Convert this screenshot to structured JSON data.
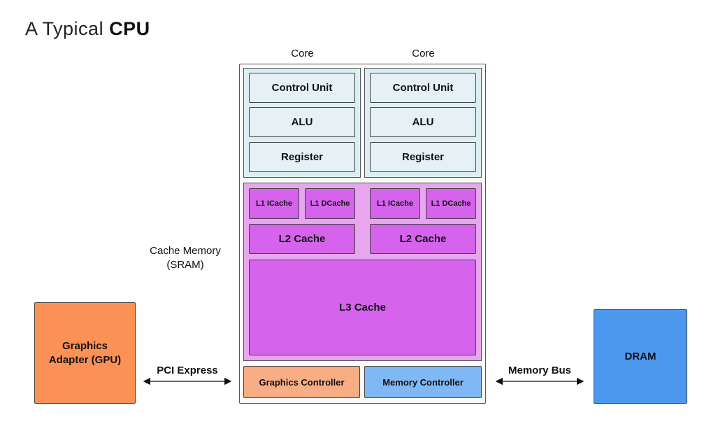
{
  "title": {
    "prefix": "A Typical",
    "bold": "CPU"
  },
  "cores": [
    {
      "label": "Core",
      "units": [
        "Control Unit",
        "ALU",
        "Register"
      ],
      "l1": [
        "L1 ICache",
        "L1 DCache"
      ],
      "l2": "L2 Cache"
    },
    {
      "label": "Core",
      "units": [
        "Control Unit",
        "ALU",
        "Register"
      ],
      "l1": [
        "L1 ICache",
        "L1 DCache"
      ],
      "l2": "L2 Cache"
    }
  ],
  "cache_memory_label": {
    "line1": "Cache Memory",
    "line2": "(SRAM)"
  },
  "l3": "L3 Cache",
  "controllers": {
    "graphics": "Graphics Controller",
    "memory": "Memory Controller"
  },
  "gpu": {
    "line1": "Graphics",
    "line2": "Adapter (GPU)"
  },
  "dram": "DRAM",
  "buses": {
    "pci": "PCI Express",
    "memory": "Memory Bus"
  },
  "colors": {
    "core_bg": "#dceef4",
    "cache_region_bg": "#e7a6ee",
    "cache_bg": "#d563ec",
    "graphics_controller": "#f8ad84",
    "memory_controller": "#80b8f6",
    "gpu": "#fc9156",
    "dram": "#4d98ef"
  }
}
